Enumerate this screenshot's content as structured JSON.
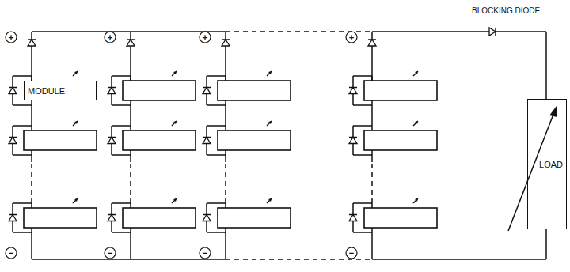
{
  "diagram": {
    "nodes": [
      {
        "text": [
          "MODULE"
        ]
      },
      {
        "text": [
          "LOAD"
        ]
      }
    ],
    "labels": [
      "BLOCKING DIODE",
      "+",
      "+",
      "+",
      "+",
      "−",
      "−",
      "−",
      "−"
    ]
  }
}
